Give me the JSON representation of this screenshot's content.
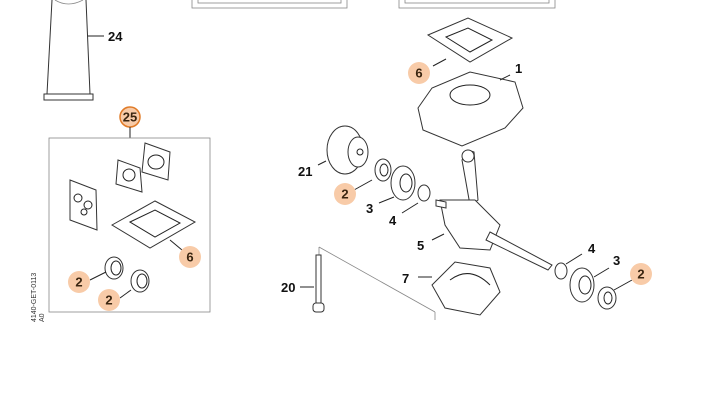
{
  "diagram": {
    "drawing_code": "4140-GET-0113",
    "drawing_rev": "A0",
    "callouts": [
      {
        "id": "24",
        "label": "24",
        "highlighted": false
      },
      {
        "id": "25",
        "label": "25",
        "highlighted": true
      },
      {
        "id": "6a",
        "label": "6",
        "highlighted": true
      },
      {
        "id": "2a",
        "label": "2",
        "highlighted": true
      },
      {
        "id": "2b",
        "label": "2",
        "highlighted": true
      },
      {
        "id": "21",
        "label": "21",
        "highlighted": false
      },
      {
        "id": "2c",
        "label": "2",
        "highlighted": true
      },
      {
        "id": "3a",
        "label": "3",
        "highlighted": false
      },
      {
        "id": "4a",
        "label": "4",
        "highlighted": false
      },
      {
        "id": "5",
        "label": "5",
        "highlighted": false
      },
      {
        "id": "1",
        "label": "1",
        "highlighted": false
      },
      {
        "id": "6b",
        "label": "6",
        "highlighted": true
      },
      {
        "id": "7",
        "label": "7",
        "highlighted": false
      },
      {
        "id": "4b",
        "label": "4",
        "highlighted": false
      },
      {
        "id": "3b",
        "label": "3",
        "highlighted": false
      },
      {
        "id": "2d",
        "label": "2",
        "highlighted": true
      },
      {
        "id": "20",
        "label": "20",
        "highlighted": false
      }
    ],
    "colors": {
      "highlight": "#f8cba8",
      "kit_border": "#e07b28"
    }
  }
}
